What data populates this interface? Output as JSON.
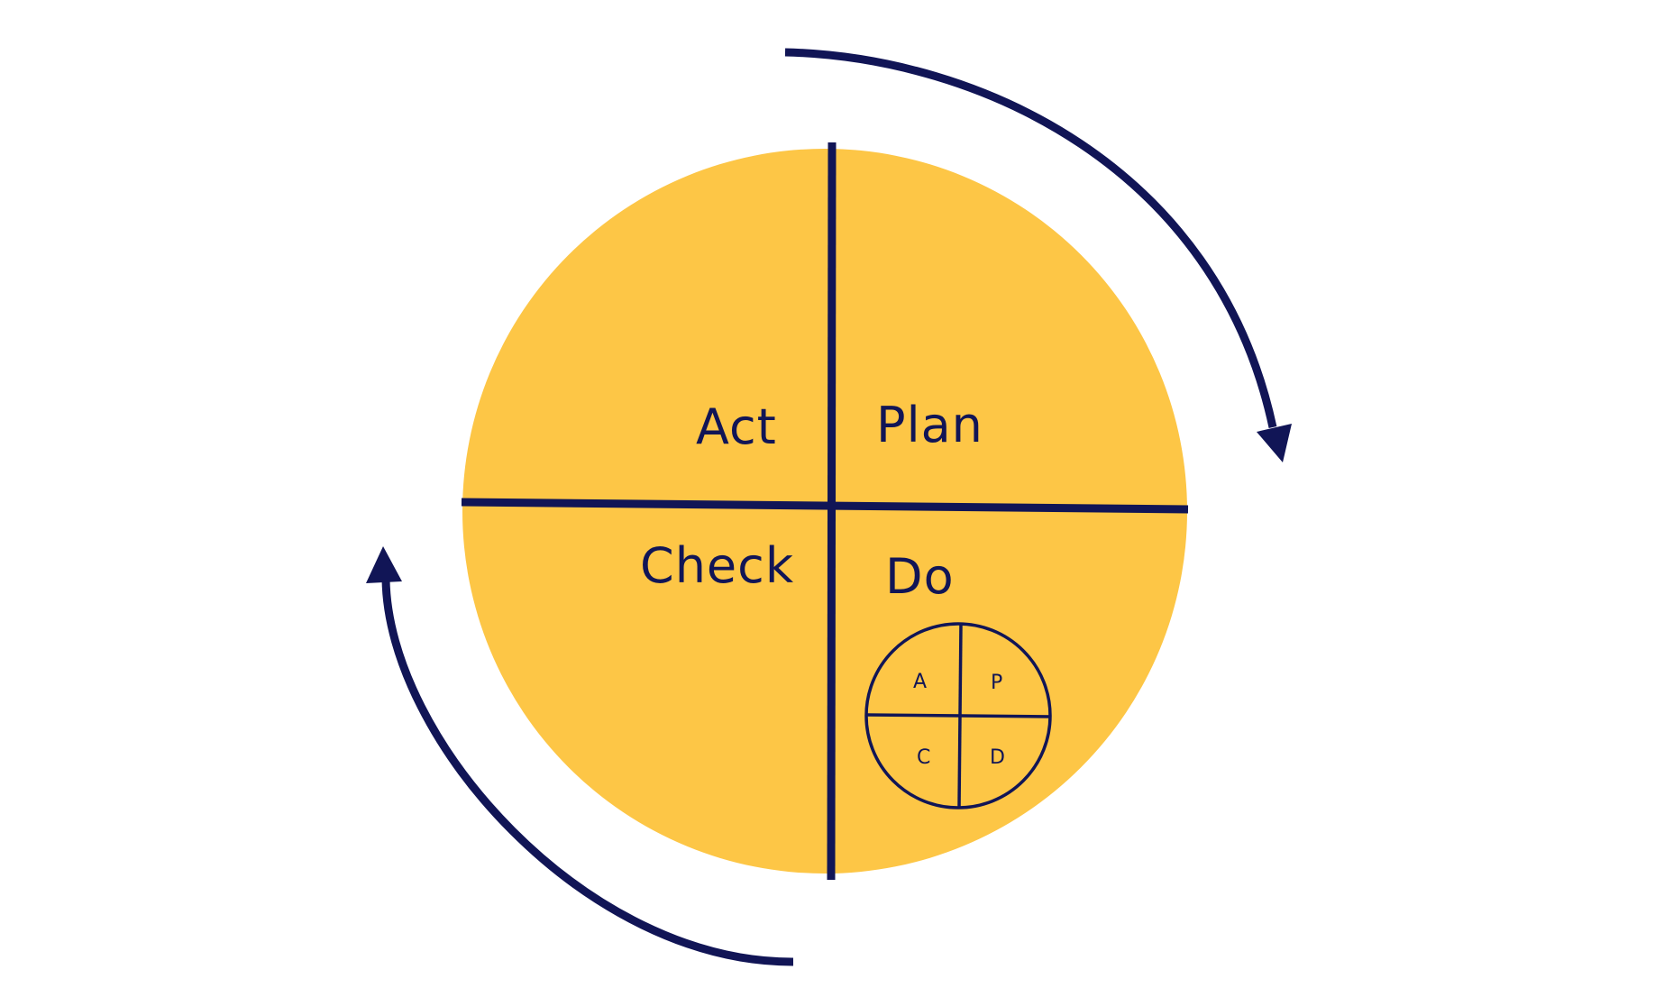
{
  "colors": {
    "circle_fill": "#FDC646",
    "stroke": "#111556",
    "background": "#FFFFFF"
  },
  "quadrants": {
    "act": "Act",
    "plan": "Plan",
    "check": "Check",
    "do": "Do"
  },
  "mini_cycle": {
    "a": "A",
    "p": "P",
    "c": "C",
    "d": "D"
  },
  "arrows": {
    "top_right": "clockwise",
    "bottom_left": "clockwise"
  }
}
